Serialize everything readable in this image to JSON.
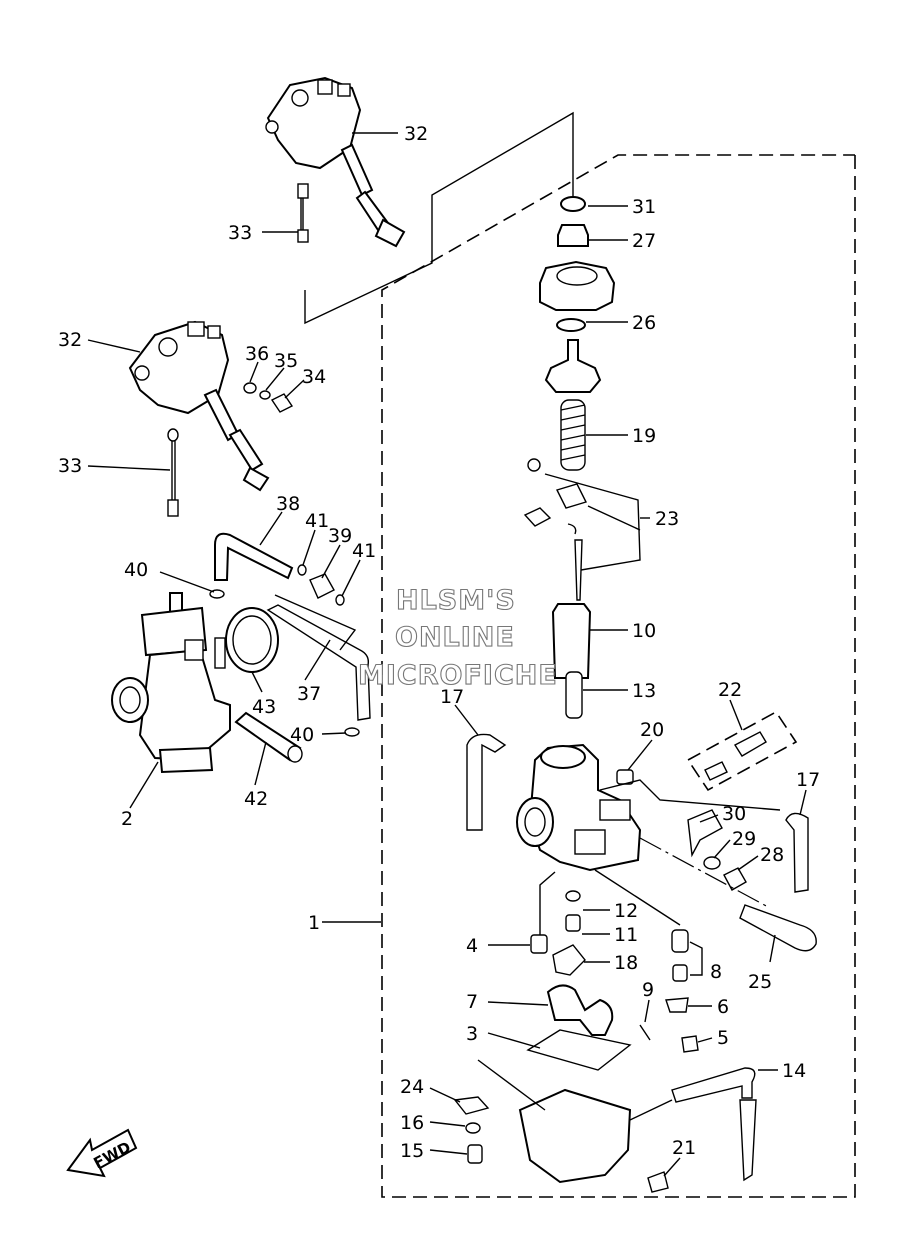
{
  "watermark": {
    "line1": "HLSM'S",
    "line2": "ONLINE",
    "line3": "MICROFICHE"
  },
  "direction_badge": "FWD",
  "callouts": [
    "1",
    "2",
    "3",
    "4",
    "5",
    "6",
    "7",
    "8",
    "9",
    "10",
    "11",
    "12",
    "13",
    "14",
    "15",
    "16",
    "17",
    "18",
    "19",
    "20",
    "21",
    "22",
    "23",
    "24",
    "25",
    "26",
    "27",
    "28",
    "29",
    "30",
    "31",
    "32",
    "33",
    "34",
    "35",
    "36",
    "37",
    "38",
    "39",
    "40",
    "41",
    "42",
    "43"
  ]
}
